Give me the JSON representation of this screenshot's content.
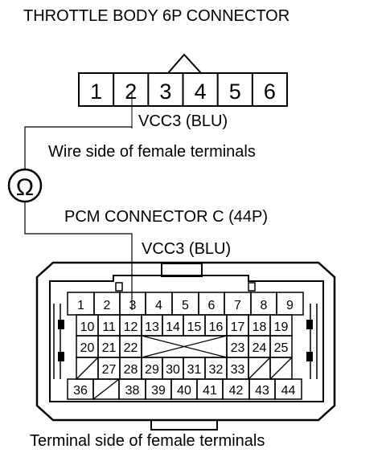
{
  "throttle_connector": {
    "title": "THROTTLE BODY 6P CONNECTOR",
    "pins": [
      "1",
      "2",
      "3",
      "4",
      "5",
      "6"
    ],
    "probe_label": "VCC3 (BLU)",
    "view_label": "Wire side of female terminals"
  },
  "meter": {
    "symbol": "Ω"
  },
  "pcm_connector": {
    "title": "PCM CONNECTOR C (44P)",
    "probe_label": "VCC3 (BLU)",
    "row1": [
      "1",
      "2",
      "3",
      "4",
      "5",
      "6",
      "7",
      "8",
      "9"
    ],
    "row2": [
      "10",
      "11",
      "12",
      "13",
      "14",
      "15",
      "16",
      "17",
      "18",
      "19"
    ],
    "row3_left": [
      "20",
      "21",
      "22"
    ],
    "row3_right": [
      "23",
      "24",
      "25"
    ],
    "row4": [
      "27",
      "28",
      "29",
      "30",
      "31",
      "32",
      "33"
    ],
    "row5_first": "36",
    "row5_rest": [
      "38",
      "39",
      "40",
      "41",
      "42",
      "43",
      "44"
    ],
    "view_label": "Terminal side of female terminals"
  }
}
